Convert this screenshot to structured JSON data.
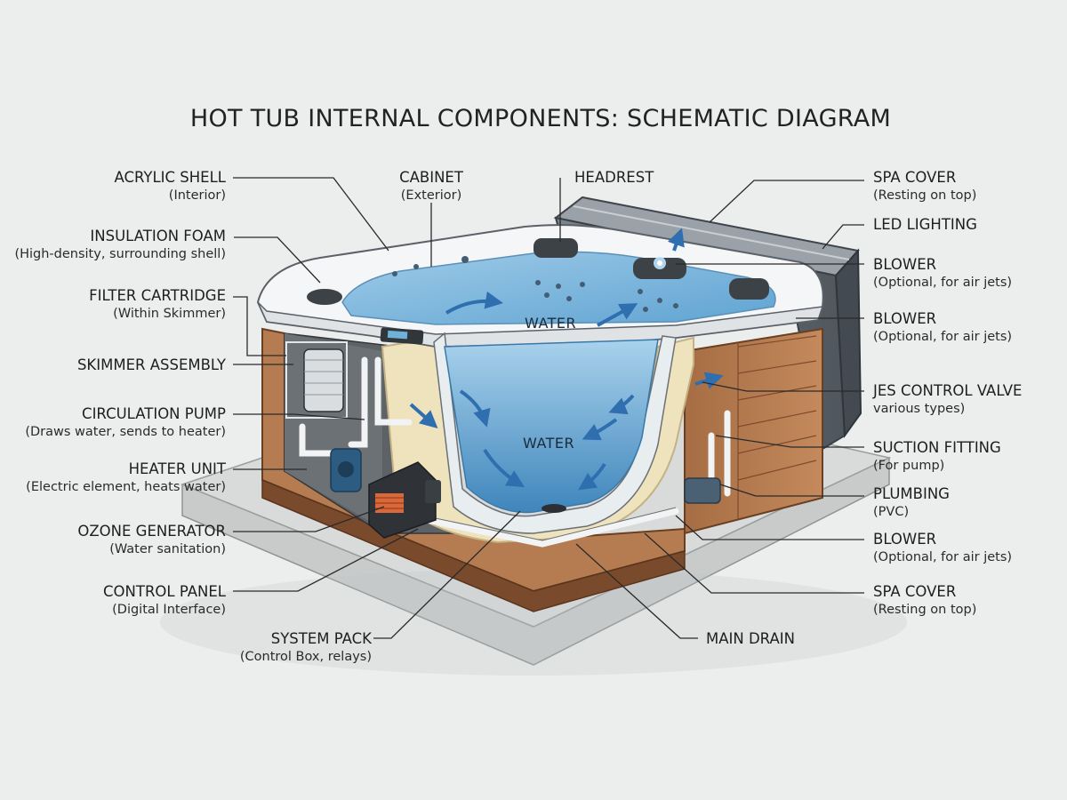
{
  "title": "HOT TUB INTERNAL COMPONENTS: SCHEMATIC DIAGRAM",
  "water_labels": [
    "WATER",
    "WATER"
  ],
  "labels": {
    "acrylic_shell": {
      "name": "ACRYLIC SHELL",
      "sub": "(Interior)"
    },
    "insulation_foam": {
      "name": "INSULATION FOAM",
      "sub": "(High-density, surrounding shell)"
    },
    "filter_cartridge": {
      "name": "FILTER CARTRIDGE",
      "sub": "(Within Skimmer)"
    },
    "skimmer_assembly": {
      "name": "SKIMMER ASSEMBLY",
      "sub": ""
    },
    "circulation_pump": {
      "name": "CIRCULATION PUMP",
      "sub": "(Draws water, sends to heater)"
    },
    "heater_unit": {
      "name": "HEATER UNIT",
      "sub": "(Electric element, heats water)"
    },
    "ozone_generator": {
      "name": "OZONE GENERATOR",
      "sub": "(Water sanitation)"
    },
    "control_panel": {
      "name": "CONTROL PANEL",
      "sub": "(Digital Interface)"
    },
    "system_pack": {
      "name": "SYSTEM PACK",
      "sub": "(Control Box, relays)"
    },
    "cabinet": {
      "name": "CABINET",
      "sub": "(Exterior)"
    },
    "headrest": {
      "name": "HEADREST",
      "sub": ""
    },
    "spa_cover_top": {
      "name": "SPA COVER",
      "sub": "(Resting on top)"
    },
    "led_lighting": {
      "name": "LED LIGHTING",
      "sub": ""
    },
    "blower_1": {
      "name": "BLOWER",
      "sub": "(Optional, for air jets)"
    },
    "blower_2": {
      "name": "BLOWER",
      "sub": "(Optional, for air jets)"
    },
    "jes_control_valve": {
      "name": "JES CONTROL VALVE",
      "sub": "various types)"
    },
    "suction_fitting": {
      "name": "SUCTION FITTING",
      "sub": "(For pump)"
    },
    "plumbing": {
      "name": "PLUMBING",
      "sub": "(PVC)"
    },
    "blower_3": {
      "name": "BLOWER",
      "sub": "(Optional, for air jets)"
    },
    "spa_cover_bottom": {
      "name": "SPA COVER",
      "sub": "(Resting on top)"
    },
    "main_drain": {
      "name": "MAIN DRAIN",
      "sub": ""
    }
  },
  "colors": {
    "background": "#eceeee",
    "water": "#7fb9dd",
    "water_deep": "#4a93c6",
    "shell": "#f3f5f6",
    "insulation": "#efe3bd",
    "wood": "#b57c52",
    "wood_dark": "#8a5634",
    "cover": "#5f6770",
    "slab": "#d4d6d6",
    "flow_arrow": "#2f6fb0"
  }
}
